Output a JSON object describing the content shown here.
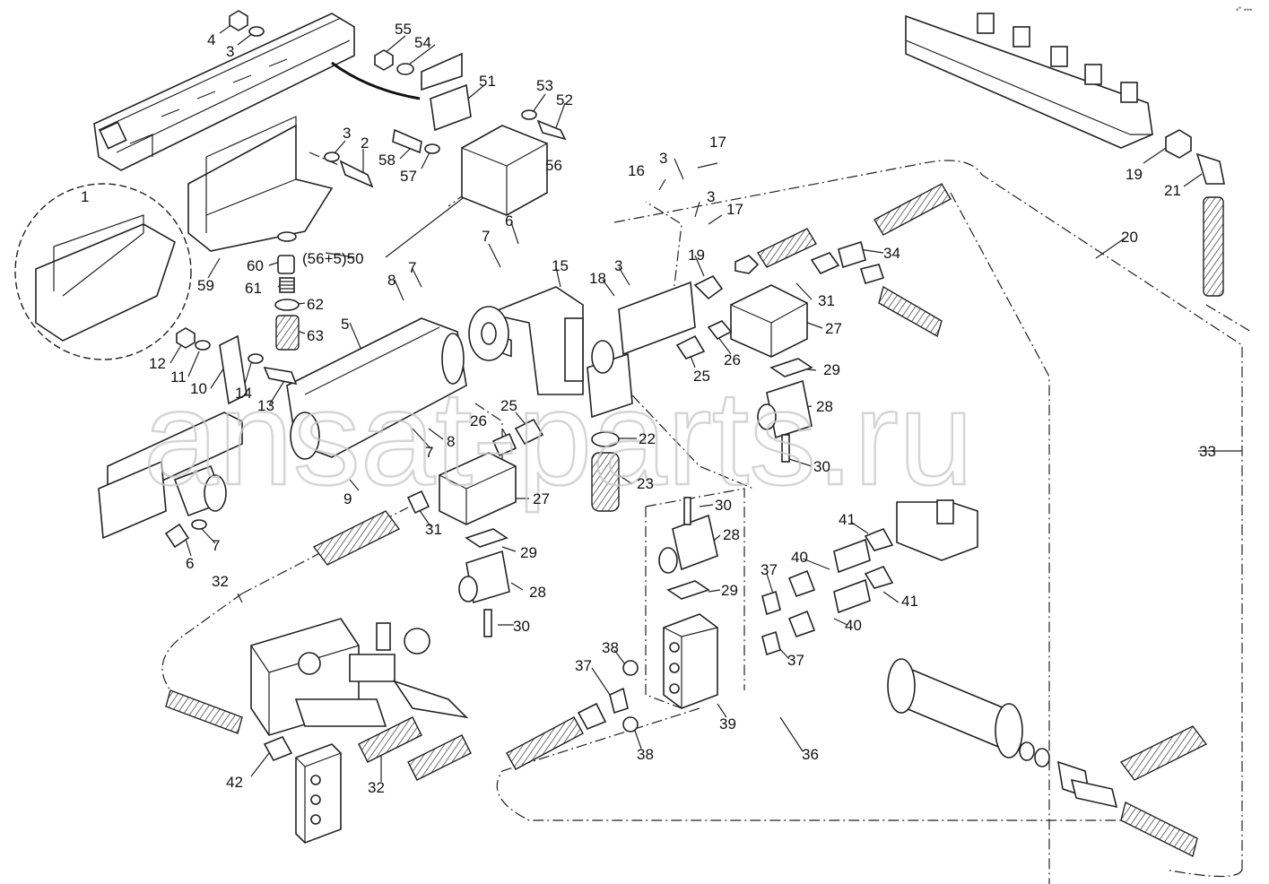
{
  "watermark": "ansat-parts.ru",
  "corner_mark": "•‴ •••",
  "callouts": [
    {
      "id": "c-4",
      "text": "4"
    },
    {
      "id": "c-3a",
      "text": "3"
    },
    {
      "id": "c-55",
      "text": "55"
    },
    {
      "id": "c-54",
      "text": "54"
    },
    {
      "id": "c-51",
      "text": "51"
    },
    {
      "id": "c-53",
      "text": "53"
    },
    {
      "id": "c-52",
      "text": "52"
    },
    {
      "id": "c-3b",
      "text": "3"
    },
    {
      "id": "c-2",
      "text": "2"
    },
    {
      "id": "c-58",
      "text": "58"
    },
    {
      "id": "c-57",
      "text": "57"
    },
    {
      "id": "c-56",
      "text": "56"
    },
    {
      "id": "c-1",
      "text": "1"
    },
    {
      "id": "c-59",
      "text": "59"
    },
    {
      "id": "c-60",
      "text": "60"
    },
    {
      "id": "c-61",
      "text": "61"
    },
    {
      "id": "c-62",
      "text": "62"
    },
    {
      "id": "c-63",
      "text": "63"
    },
    {
      "id": "c-5650",
      "text": "(56+5)50"
    },
    {
      "id": "c-5",
      "text": "5"
    },
    {
      "id": "c-12",
      "text": "12"
    },
    {
      "id": "c-11",
      "text": "11"
    },
    {
      "id": "c-10",
      "text": "10"
    },
    {
      "id": "c-14",
      "text": "14"
    },
    {
      "id": "c-13",
      "text": "13"
    },
    {
      "id": "c-8a",
      "text": "8"
    },
    {
      "id": "c-7a",
      "text": "7"
    },
    {
      "id": "c-7b",
      "text": "7"
    },
    {
      "id": "c-6a",
      "text": "6"
    },
    {
      "id": "c-15",
      "text": "15"
    },
    {
      "id": "c-16",
      "text": "16"
    },
    {
      "id": "c-3c",
      "text": "3"
    },
    {
      "id": "c-17a",
      "text": "17"
    },
    {
      "id": "c-3d",
      "text": "3"
    },
    {
      "id": "c-17b",
      "text": "17"
    },
    {
      "id": "c-18",
      "text": "18"
    },
    {
      "id": "c-3e",
      "text": "3"
    },
    {
      "id": "c-19a",
      "text": "19"
    },
    {
      "id": "c-19b",
      "text": "19"
    },
    {
      "id": "c-21",
      "text": "21"
    },
    {
      "id": "c-20",
      "text": "20"
    },
    {
      "id": "c-34",
      "text": "34"
    },
    {
      "id": "c-31a",
      "text": "31"
    },
    {
      "id": "c-27a",
      "text": "27"
    },
    {
      "id": "c-26a",
      "text": "26"
    },
    {
      "id": "c-25a",
      "text": "25"
    },
    {
      "id": "c-29a",
      "text": "29"
    },
    {
      "id": "c-28a",
      "text": "28"
    },
    {
      "id": "c-30a",
      "text": "30"
    },
    {
      "id": "c-25b",
      "text": "25"
    },
    {
      "id": "c-26b",
      "text": "26"
    },
    {
      "id": "c-22",
      "text": "22"
    },
    {
      "id": "c-23",
      "text": "23"
    },
    {
      "id": "c-8b",
      "text": "8"
    },
    {
      "id": "c-7c",
      "text": "7"
    },
    {
      "id": "c-9",
      "text": "9"
    },
    {
      "id": "c-27b",
      "text": "27"
    },
    {
      "id": "c-31b",
      "text": "31"
    },
    {
      "id": "c-6b",
      "text": "6"
    },
    {
      "id": "c-7d",
      "text": "7"
    },
    {
      "id": "c-29b",
      "text": "29"
    },
    {
      "id": "c-28b",
      "text": "28"
    },
    {
      "id": "c-30b",
      "text": "30"
    },
    {
      "id": "c-32a",
      "text": "32"
    },
    {
      "id": "c-33",
      "text": "33"
    },
    {
      "id": "c-30c",
      "text": "30"
    },
    {
      "id": "c-28c",
      "text": "28"
    },
    {
      "id": "c-29c",
      "text": "29"
    },
    {
      "id": "c-41a",
      "text": "41"
    },
    {
      "id": "c-40a",
      "text": "40"
    },
    {
      "id": "c-37a",
      "text": "37"
    },
    {
      "id": "c-41b",
      "text": "41"
    },
    {
      "id": "c-40b",
      "text": "40"
    },
    {
      "id": "c-37b",
      "text": "37"
    },
    {
      "id": "c-38a",
      "text": "38"
    },
    {
      "id": "c-37c",
      "text": "37"
    },
    {
      "id": "c-39",
      "text": "39"
    },
    {
      "id": "c-38b",
      "text": "38"
    },
    {
      "id": "c-36",
      "text": "36"
    },
    {
      "id": "c-42",
      "text": "42"
    },
    {
      "id": "c-32b",
      "text": "32"
    }
  ]
}
